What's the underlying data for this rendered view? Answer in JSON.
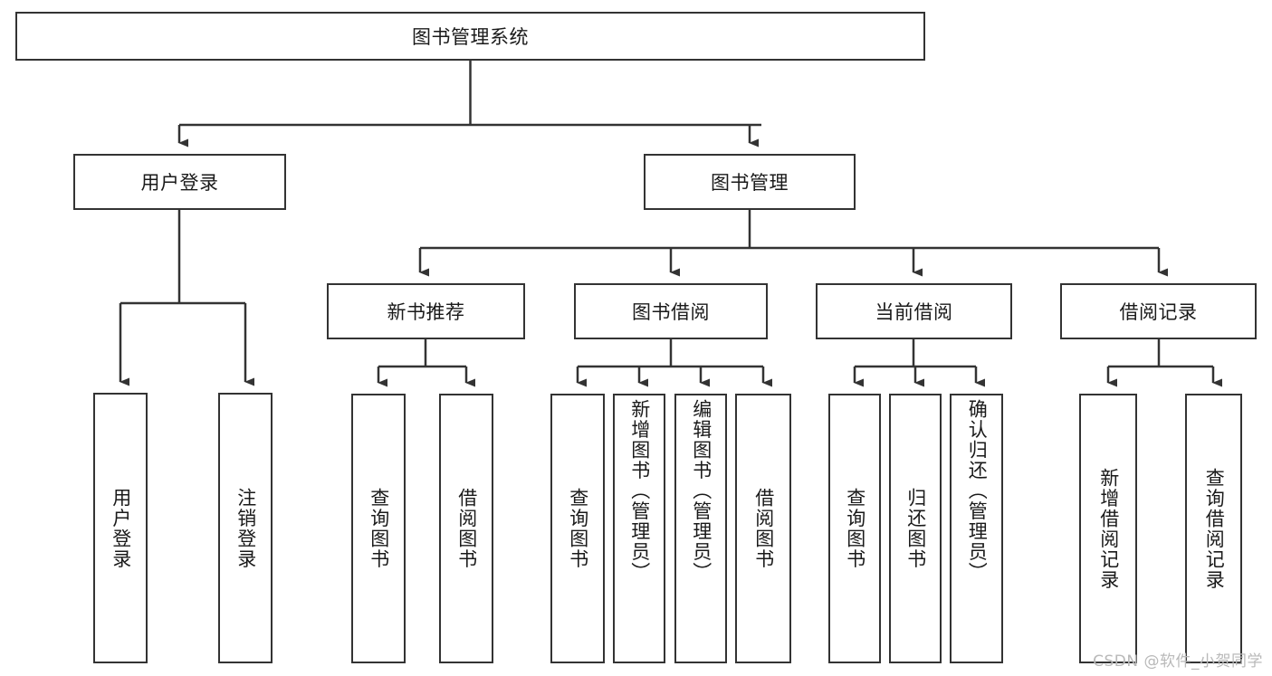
{
  "diagram": {
    "title": "图书管理系统",
    "type": "tree-hierarchy-diagram",
    "watermark": "CSDN @软件_小贺同学",
    "colors": {
      "stroke": "#333333",
      "fill": "#ffffff",
      "text": "#1a1a1a",
      "watermark": "#b9b9b9"
    },
    "levels": {
      "root": {
        "label": "图书管理系统"
      },
      "level2": [
        {
          "label": "用户登录"
        },
        {
          "label": "图书管理"
        }
      ],
      "level3": [
        {
          "label": "新书推荐"
        },
        {
          "label": "图书借阅"
        },
        {
          "label": "当前借阅"
        },
        {
          "label": "借阅记录"
        }
      ],
      "leaves": {
        "user_login": [
          {
            "label": "用户登录"
          },
          {
            "label": "注销登录"
          }
        ],
        "new_book_recommend": [
          {
            "label": "查询图书"
          },
          {
            "label": "借阅图书"
          }
        ],
        "book_borrow": [
          {
            "label": "查询图书"
          },
          {
            "label": "新增图书（管理员）"
          },
          {
            "label": "编辑图书（管理员）"
          },
          {
            "label": "借阅图书"
          }
        ],
        "current_borrow": [
          {
            "label": "查询图书"
          },
          {
            "label": "归还图书"
          },
          {
            "label": "确认归还（管理员）"
          }
        ],
        "borrow_record": [
          {
            "label": "新增借阅记录"
          },
          {
            "label": "查询借阅记录"
          }
        ]
      }
    }
  }
}
